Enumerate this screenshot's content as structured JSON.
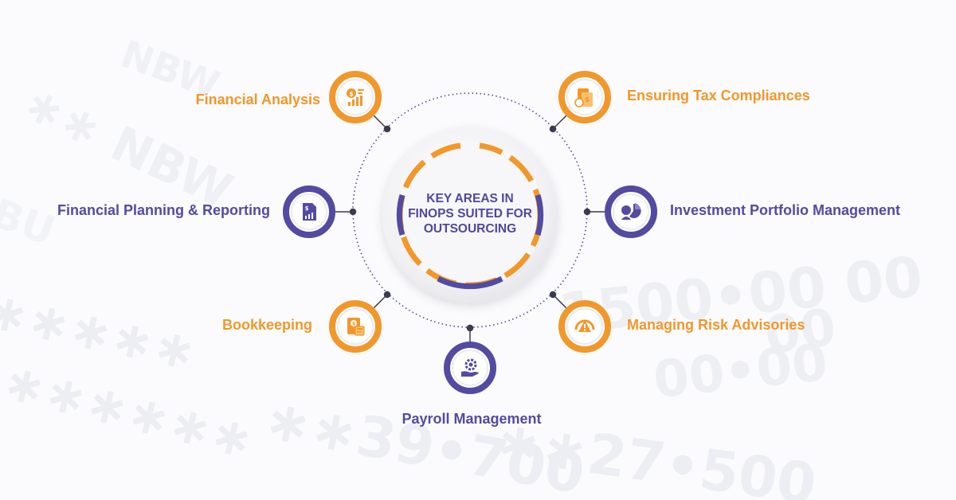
{
  "center": {
    "line1": "KEY AREAS IN",
    "line2": "FINOPS SUITED FOR",
    "line3": "OUTSOURCING"
  },
  "nodes": {
    "financial_analysis": {
      "label": "Financial Analysis",
      "icon": "financial-analysis-icon",
      "color": "#f2972a"
    },
    "tax_compliance": {
      "label": "Ensuring Tax Compliances",
      "icon": "tax-document-icon",
      "color": "#f2972a"
    },
    "planning_reporting": {
      "label": "Financial Planning & Reporting",
      "icon": "report-document-icon",
      "color": "#534aa2"
    },
    "investment_portfolio": {
      "label": "Investment Portfolio Management",
      "icon": "portfolio-pie-icon",
      "color": "#534aa2"
    },
    "bookkeeping": {
      "label": "Bookkeeping",
      "icon": "ledger-calculator-icon",
      "color": "#f2972a"
    },
    "risk_advisories": {
      "label": "Managing Risk Advisories",
      "icon": "risk-warning-icon",
      "color": "#f2972a"
    },
    "payroll": {
      "label": "Payroll Management",
      "icon": "hand-gear-icon",
      "color": "#534aa2"
    }
  },
  "colors": {
    "orange": "#f2972a",
    "purple": "#534aa2",
    "background": "#fbfbfd"
  }
}
